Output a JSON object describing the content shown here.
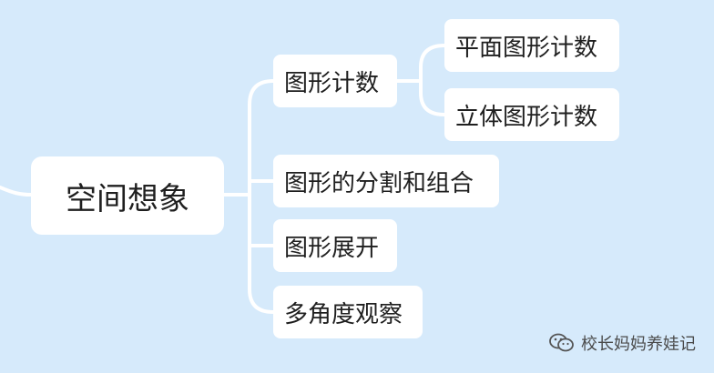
{
  "root": {
    "label": "空间想象"
  },
  "branches": [
    {
      "label": "图形计数",
      "children": [
        {
          "label": "平面图形计数"
        },
        {
          "label": "立体图形计数"
        }
      ]
    },
    {
      "label": "图形的分割和组合"
    },
    {
      "label": "图形展开"
    },
    {
      "label": "多角度观察"
    }
  ],
  "watermark": {
    "text": "校长妈妈养娃记",
    "icon": "wechat-icon"
  },
  "colors": {
    "background": "#d6eafb",
    "node": "#ffffff",
    "link": "#ffffff"
  }
}
